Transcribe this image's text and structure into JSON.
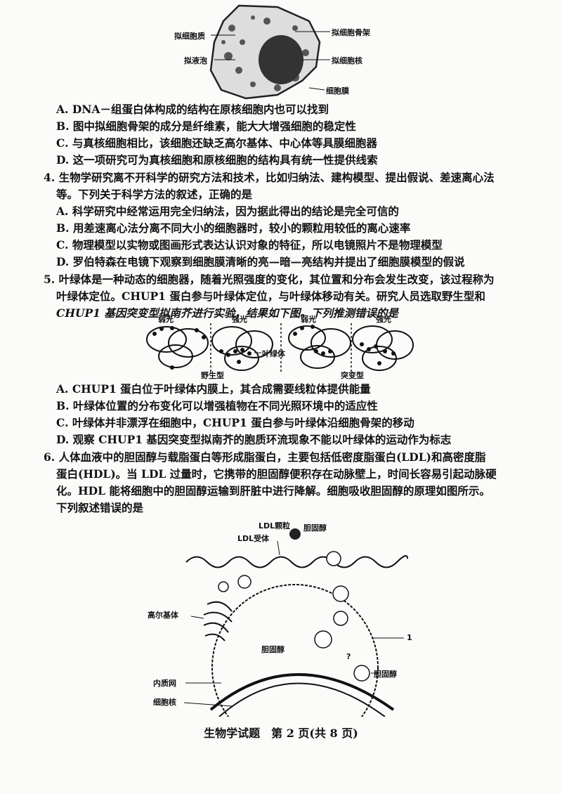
{
  "fig1": {
    "labels": {
      "cytoplasm": "拟细胞质",
      "vacuole": "拟液泡",
      "skeleton": "拟细胞骨架",
      "nucleus": "拟细胞核",
      "membrane": "细胞膜"
    }
  },
  "q3_options": [
    "A. DNA－组蛋白体构成的结构在原核细胞内也可以找到",
    "B. 图中拟细胞骨架的成分是纤维素，能大大增强细胞的稳定性",
    "C. 与真核细胞相比，该细胞还缺乏高尔基体、中心体等具膜细胞器",
    "D. 这一项研究可为真核细胞和原核细胞的结构具有统一性提供线索"
  ],
  "q4": {
    "stem": [
      "4. 生物学研究离不开科学的研究方法和技术，比如归纳法、建构模型、提出假说、差速离心法",
      "等。下列关于科学方法的叙述，正确的是"
    ],
    "options": [
      "A. 科学研究中经常运用完全归纳法，因为据此得出的结论是完全可信的",
      "B. 用差速离心法分离不同大小的细胞器时，较小的颗粒用较低的离心速率",
      "C. 物理模型以实物或图画形式表达认识对象的特征，所以电镜照片不是物理模型",
      "D. 罗伯特森在电镜下观察到细胞膜清晰的亮—暗—亮结构并提出了细胞膜模型的假说"
    ]
  },
  "q5": {
    "stem": [
      "5. 叶绿体是一种动态的细胞器，随着光照强度的变化，其位置和分布会发生改变，该过程称为",
      "叶绿体定位。CHUP1 蛋白参与叶绿体定位，与叶绿体移动有关。研究人员选取野生型和",
      "CHUP1 基因突变型拟南芥进行实验，结果如下图。下列推测错误的是"
    ],
    "fig": {
      "weak1": "弱光",
      "strong1": "强光",
      "weak2": "弱光",
      "strong2": "强光",
      "chloroplast": "叶绿体",
      "wild": "野生型",
      "mutant": "突变型"
    },
    "options": [
      "A. CHUP1 蛋白位于叶绿体内膜上，其合成需要线粒体提供能量",
      "B. 叶绿体位置的分布变化可以增强植物在不同光照环境中的适应性",
      "C. 叶绿体并非漂浮在细胞中，CHUP1 蛋白参与叶绿体沿细胞骨架的移动",
      "D. 观察 CHUP1 基因突变型拟南芥的胞质环流现象不能以叶绿体的运动作为标志"
    ]
  },
  "q6": {
    "stem": [
      "6. 人体血液中的胆固醇与载脂蛋白等形成脂蛋白，主要包括低密度脂蛋白(LDL)和高密度脂",
      "蛋白(HDL)。当 LDL 过量时，它携带的胆固醇便积存在动脉壁上，时间长容易引起动脉硬",
      "化。HDL 能将细胞中的胆固醇运输到肝脏中进行降解。细胞吸收胆固醇的原理如图所示。",
      "下列叙述错误的是"
    ],
    "fig": {
      "ldl_particle": "LDL颗粒",
      "cholesterol_top": "胆固醇",
      "ldl_receptor": "LDL受体",
      "golgi": "高尔基体",
      "cholesterol_mid": "胆固醇",
      "er": "内质网",
      "nucleus": "细胞核",
      "cholesterol_right": "胆固醇",
      "q_mark": "?",
      "label_1": "1"
    }
  },
  "footer": "生物学试题　第 2 页(共 8 页)"
}
